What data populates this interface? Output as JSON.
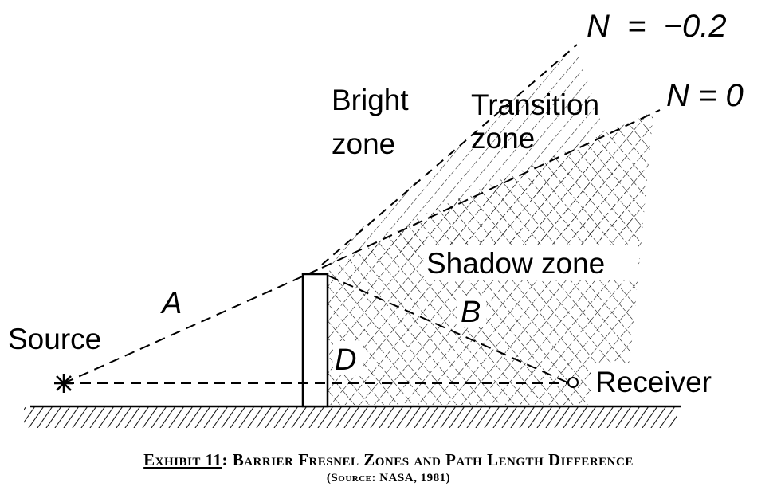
{
  "labels": {
    "n_minus": "N  =  −0.2",
    "n_zero": "N = 0",
    "bright_1": "Bright",
    "bright_2": "zone",
    "transition_1": "Transition",
    "transition_2": "zone",
    "shadow": "Shadow zone",
    "source": "Source",
    "receiver": "Receiver",
    "path_a": "A",
    "path_b": "B",
    "path_d": "D"
  },
  "caption": {
    "exhibit": "Exhibit 11",
    "title": ":  Barrier Fresnel Zones and Path Length Difference",
    "source": "(Source:  NASA, 1981)"
  },
  "colors": {
    "ink": "#000000",
    "background": "#ffffff"
  }
}
